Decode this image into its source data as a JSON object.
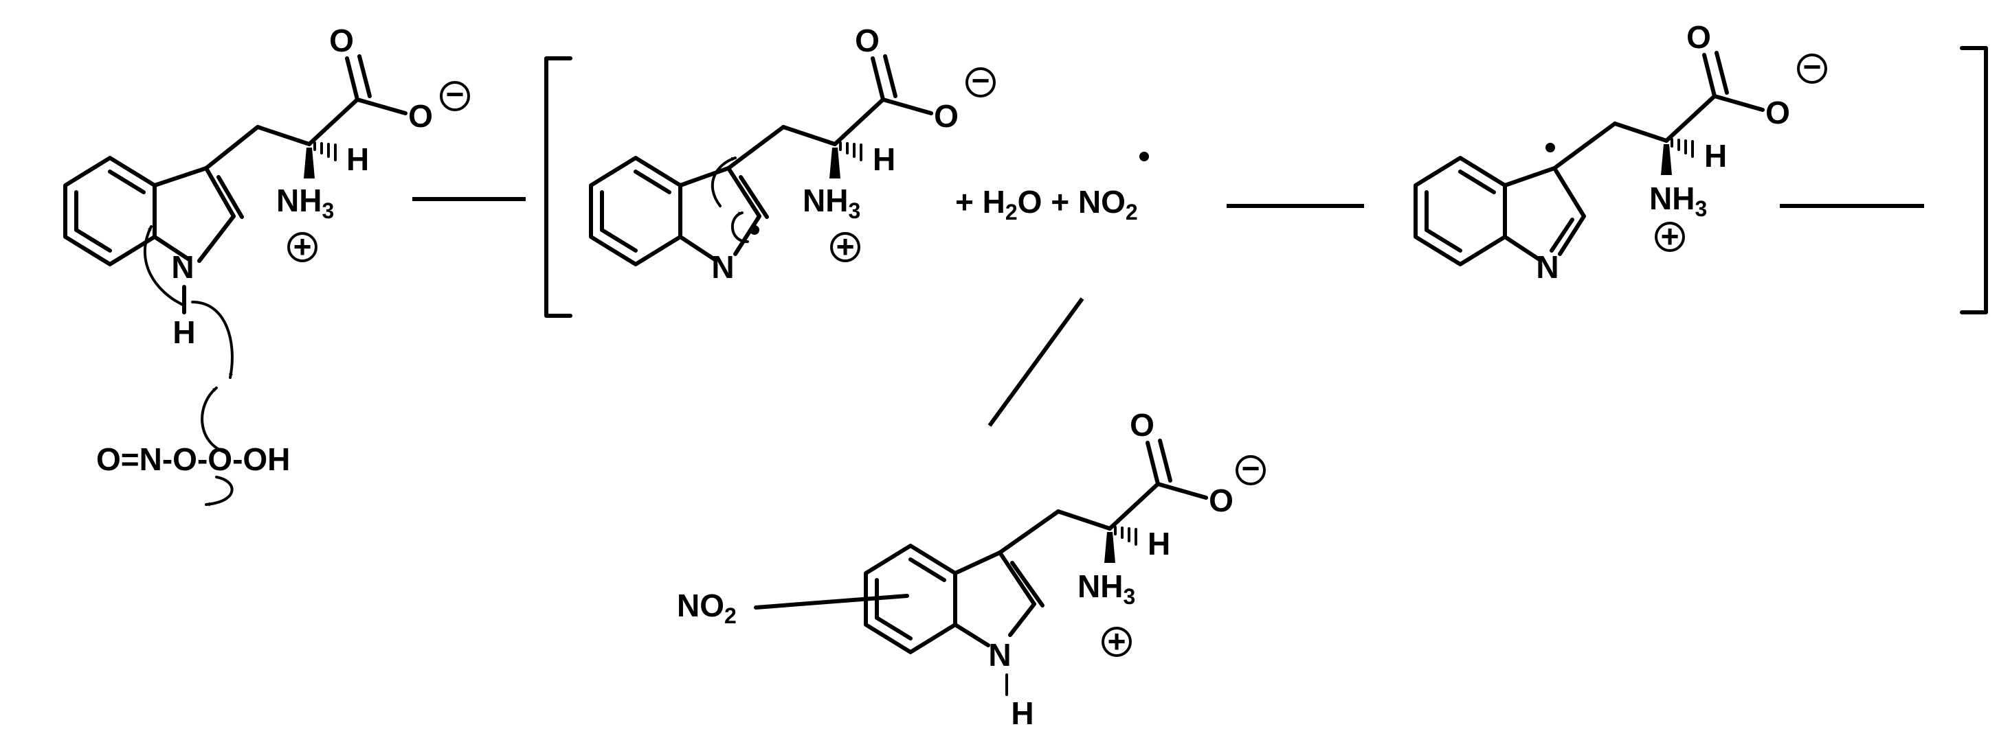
{
  "atoms": {
    "carbonyl_o": "O",
    "carboxylate_o": "O",
    "alpha_h": "H",
    "amine": "NH",
    "amine_sub": "3",
    "ring_n": "N",
    "n_h": "H"
  },
  "charges": {
    "negative": "−",
    "positive": "+"
  },
  "reagent": {
    "part1": "O=N-O",
    "part2": "-O",
    "part3": "-OH"
  },
  "byproducts": {
    "plus1": "+ H",
    "h2o_sub": "2",
    "o_after_h2": "O + NO",
    "no2_sub": "2"
  },
  "substituent": {
    "no2_main": "NO",
    "no2_sub": "2"
  }
}
